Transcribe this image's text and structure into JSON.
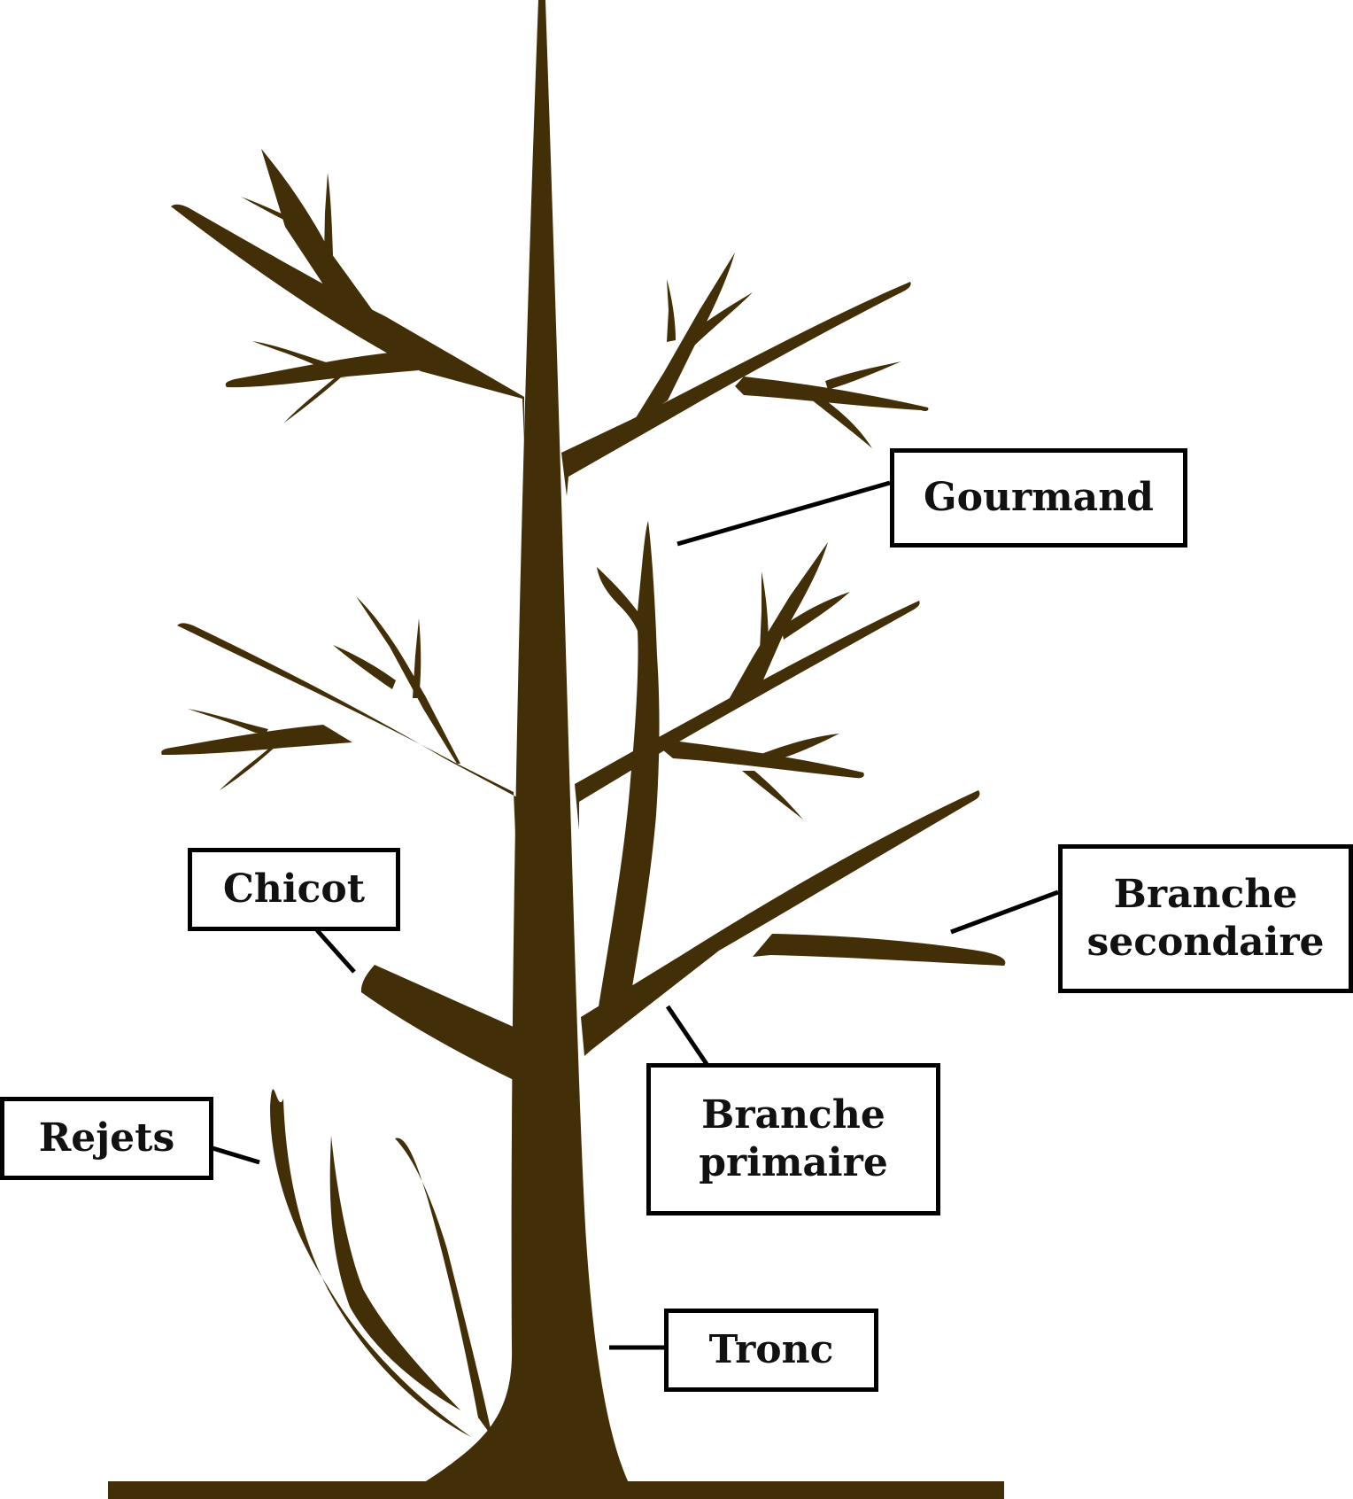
{
  "colors": {
    "tree": "#422f08",
    "leader": "#000000",
    "background": "#ffffff"
  },
  "labels": {
    "gourmand": "Gourmand",
    "chicot": "Chicot",
    "branche_secondaire": [
      "Branche",
      "secondaire"
    ],
    "branche_primaire": [
      "Branche",
      "primaire"
    ],
    "rejets": "Rejets",
    "tronc": "Tronc"
  }
}
